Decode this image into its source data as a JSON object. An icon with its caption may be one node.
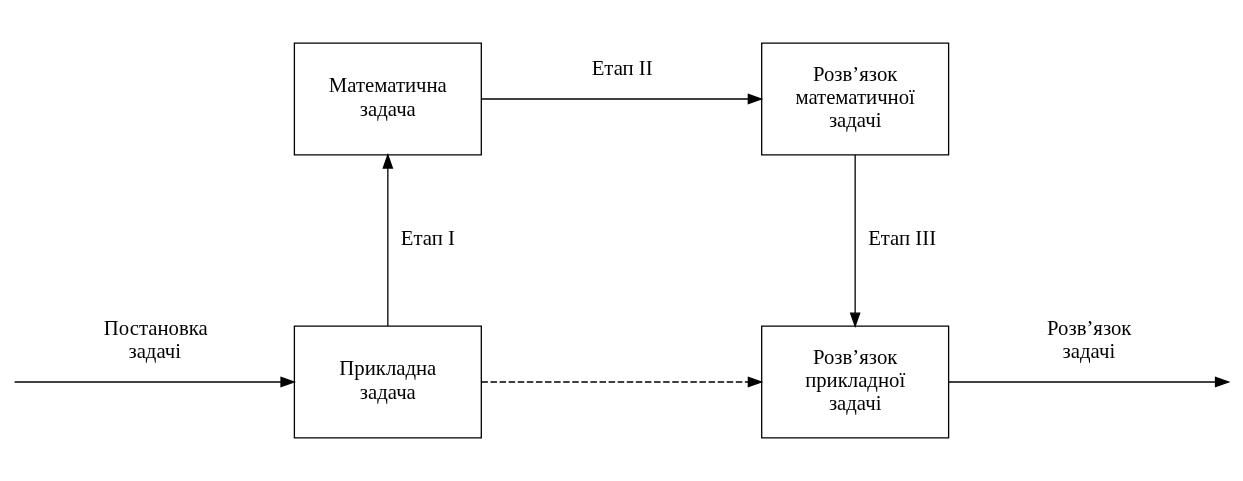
{
  "diagram": {
    "nodes": [
      {
        "text": [
          "Математична задача"
        ]
      },
      {
        "text": [
          "Розв’язок математичної задачі"
        ]
      },
      {
        "text": [
          "Прикладна задача"
        ]
      },
      {
        "text": [
          "Розв’язок прикладної задачі"
        ]
      }
    ],
    "edges": [
      {
        "from": null,
        "to": 2,
        "arrow": "to",
        "label": "Постановка задачі"
      },
      {
        "from": 2,
        "to": 0,
        "arrow": "to",
        "label": "Етап I"
      },
      {
        "from": 0,
        "to": 1,
        "arrow": "to",
        "label": "Етап II"
      },
      {
        "from": 1,
        "to": 3,
        "arrow": "to",
        "label": "Етап III"
      },
      {
        "from": 2,
        "to": 3,
        "arrow": "to",
        "style": "dashed"
      },
      {
        "from": 3,
        "to": null,
        "arrow": "to",
        "label": "Розв’язок задачі"
      }
    ]
  }
}
